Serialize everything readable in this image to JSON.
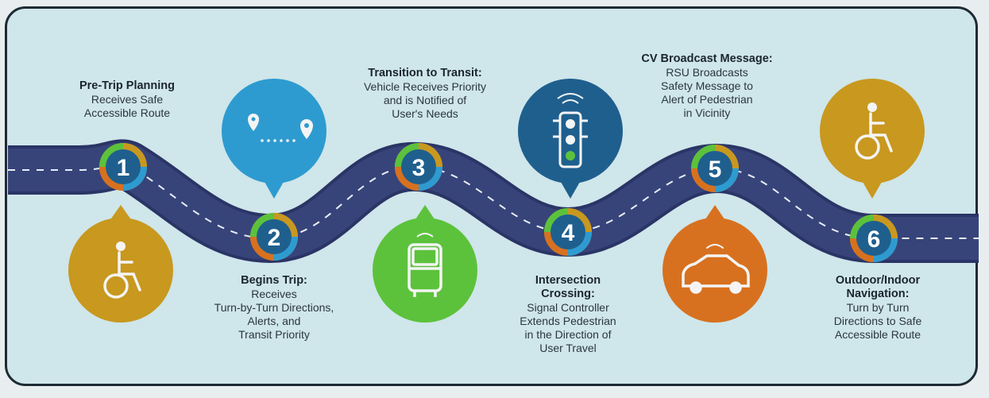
{
  "steps": [
    {
      "number": "1",
      "title": "Pre-Trip Planning",
      "desc": "Receives Safe\nAccessible Route",
      "icon": "wheelchair-user-icon",
      "bubble_color": "#c8981f"
    },
    {
      "number": "2",
      "title": "Begins Trip:",
      "desc": "Receives\nTurn-by-Turn Directions,\nAlerts, and\nTransit Priority",
      "icon": "map-route-icon",
      "bubble_color": "#2e9bd0"
    },
    {
      "number": "3",
      "title": "Transition to Transit:",
      "desc": "Vehicle Receives Priority\nand is Notified of\nUser's Needs",
      "icon": "bus-icon",
      "bubble_color": "#5cc23c"
    },
    {
      "number": "4",
      "title": "Intersection\nCrossing:",
      "desc": "Signal Controller\nExtends Pedestrian\nin the Direction of\nUser Travel",
      "icon": "traffic-signal-icon",
      "bubble_color": "#1f5f8e"
    },
    {
      "number": "5",
      "title": "CV Broadcast Message:",
      "desc": "RSU Broadcasts\nSafety Message to\nAlert of Pedestrian\nin Vicinity",
      "icon": "connected-car-icon",
      "bubble_color": "#d7711f"
    },
    {
      "number": "6",
      "title": "Outdoor/Indoor\nNavigation:",
      "desc": "Turn by Turn\nDirections to Safe\nAccessible Route",
      "icon": "wheelchair-user-icon",
      "bubble_color": "#c8981f"
    }
  ],
  "colors": {
    "road": "#37447a",
    "road_edge": "#2a3566",
    "ring_yellow": "#c8981f",
    "ring_green": "#5cc23c",
    "ring_blue": "#2e9bd0",
    "ring_orange": "#d7711f",
    "node_fill": "#1f5f8e"
  }
}
